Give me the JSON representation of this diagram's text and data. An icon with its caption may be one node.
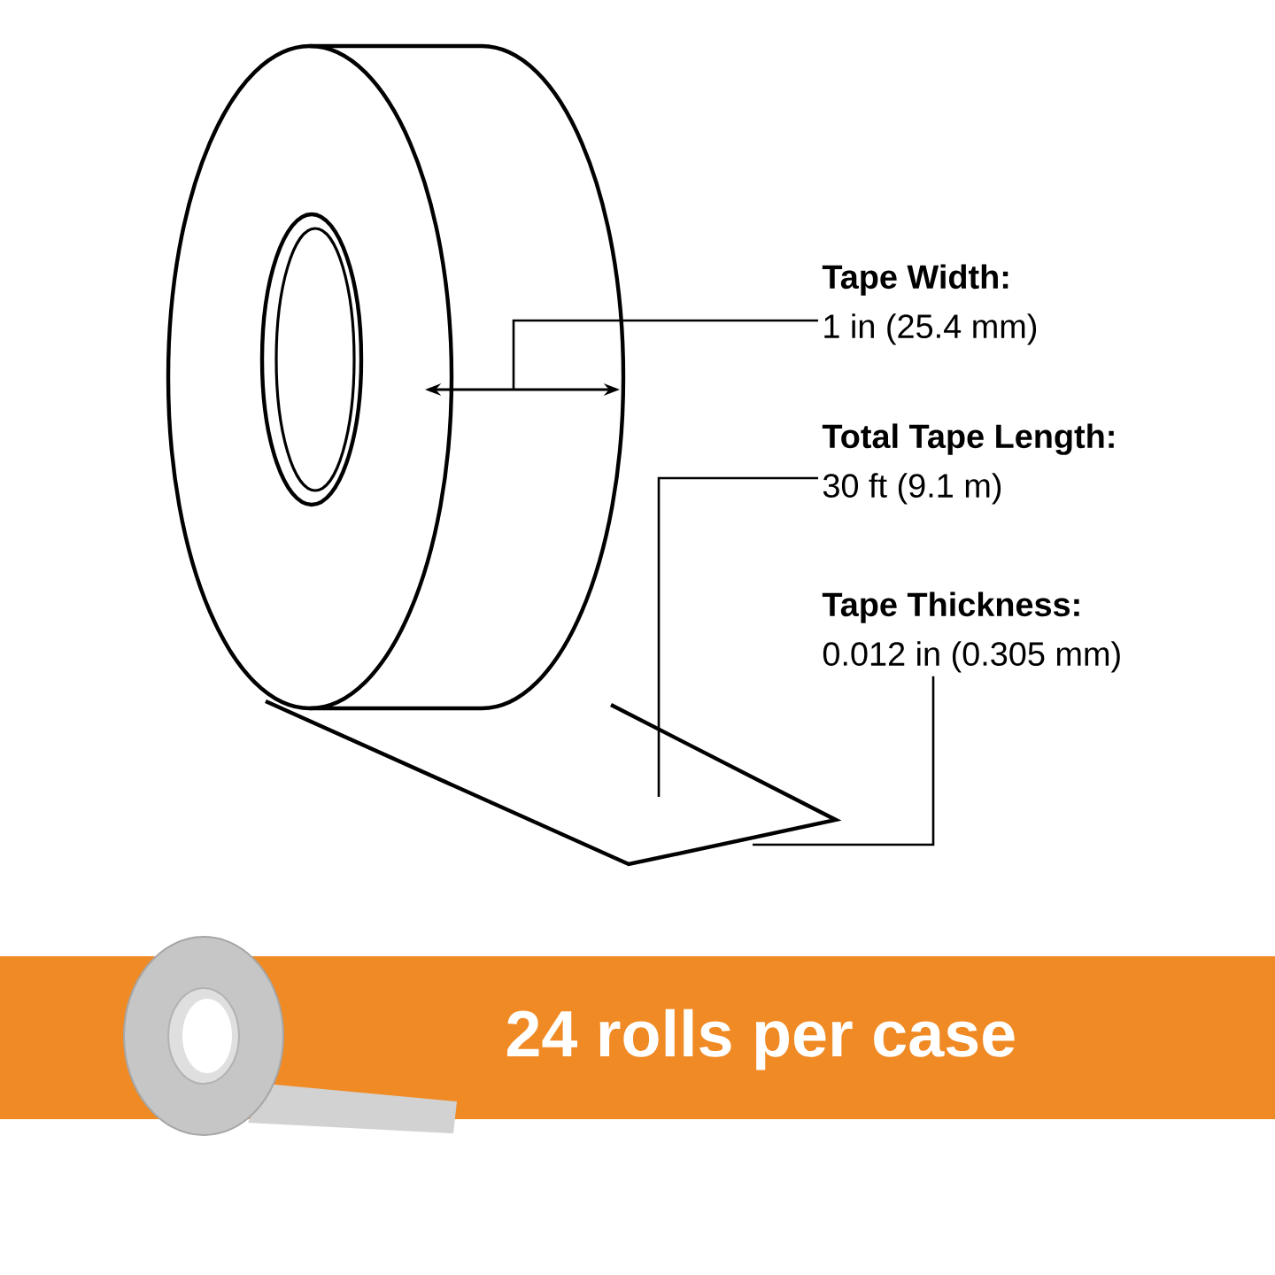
{
  "diagram": {
    "nodes": [
      {
        "text": [],
        "shape": "picture"
      },
      {
        "text": [
          "Tape Width:",
          "1 in (25.4 mm)"
        ]
      },
      {
        "text": [
          "Total Tape Length:",
          "30 ft (9.1 m)"
        ]
      },
      {
        "text": [
          "Tape Thickness:",
          "0.012 in (0.305 mm)"
        ]
      },
      {
        "text": [
          "24 rolls per case"
        ]
      }
    ],
    "edges": [
      {
        "from": 1,
        "to": 0,
        "arrow": "none"
      },
      {
        "from": 2,
        "to": 0,
        "arrow": "none"
      },
      {
        "from": 3,
        "to": 0,
        "arrow": "none"
      }
    ]
  }
}
